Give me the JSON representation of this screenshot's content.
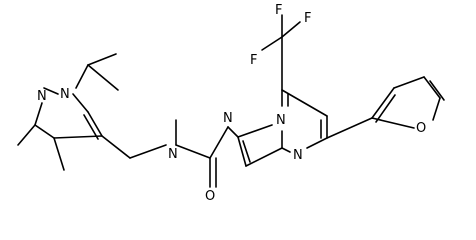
{
  "diagram": {
    "type": "chemical-structure",
    "atom_labels": {
      "f_top": "F",
      "f_left": "F",
      "f_right": "F",
      "n_bridge": "N",
      "n_pyrazole_top": "N",
      "n_pyrimidine": "N",
      "o_furan": "O",
      "n_amide": "N",
      "o_carbonyl": "O",
      "n_tmp_upper": "N",
      "n_tmp_lower": "N"
    },
    "colors": {
      "bond": "#000000",
      "label": "#000000",
      "background": "#ffffff"
    }
  }
}
